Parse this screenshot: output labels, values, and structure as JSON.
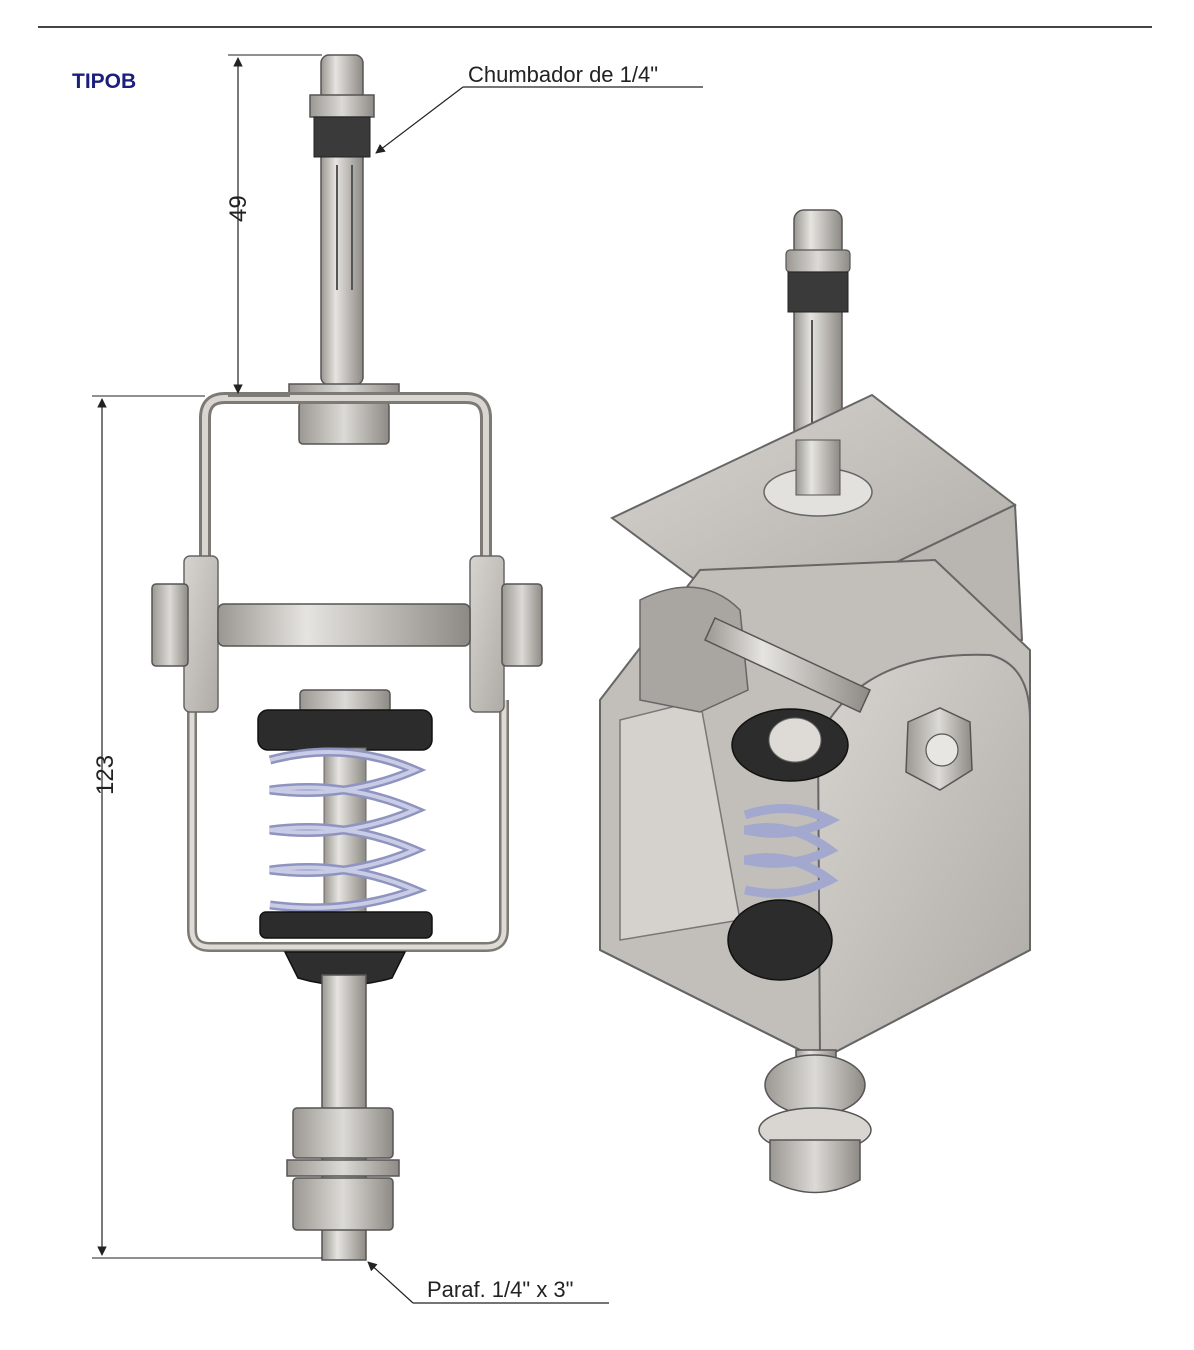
{
  "header": {
    "type_label": "TIPOB"
  },
  "callouts": {
    "anchor": "Chumbador de 1/4\"",
    "bolt": "Paraf. 1/4\" x 3\""
  },
  "dimensions": {
    "anchor_length": "49",
    "total_height": "123"
  },
  "colors": {
    "title_blue": "#1b1f7a",
    "metal": "#c8c5c0",
    "metal_dark": "#8a8782",
    "rubber": "#2a2a2a",
    "spring": "#b7bbd9"
  }
}
